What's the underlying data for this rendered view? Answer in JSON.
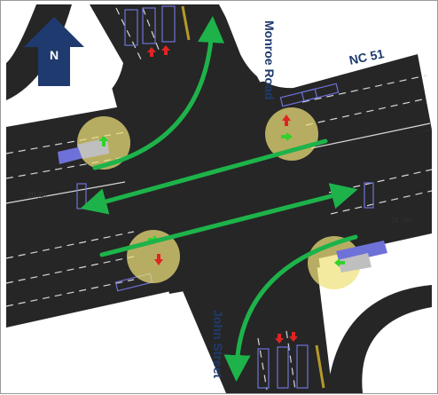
{
  "compass": {
    "letter": "N",
    "icon": "north-arrow-icon"
  },
  "roads": {
    "monroe": "Monroe Road",
    "nc51": "NC 51",
    "john": "John Street"
  },
  "approach_labels": {
    "east": "20 (E)",
    "west": "26 (W)"
  },
  "colors": {
    "pavement": "#262626",
    "lane_marking": "#d8d8d8",
    "movement_arrow": "#1db34a",
    "signal_halo": "#f0e27a",
    "detector": "#6e72d8",
    "label_text": "#1f3a6e",
    "compass_fill": "#1f3a6e",
    "signal_green": "#31d22d",
    "signal_red": "#e02424"
  }
}
